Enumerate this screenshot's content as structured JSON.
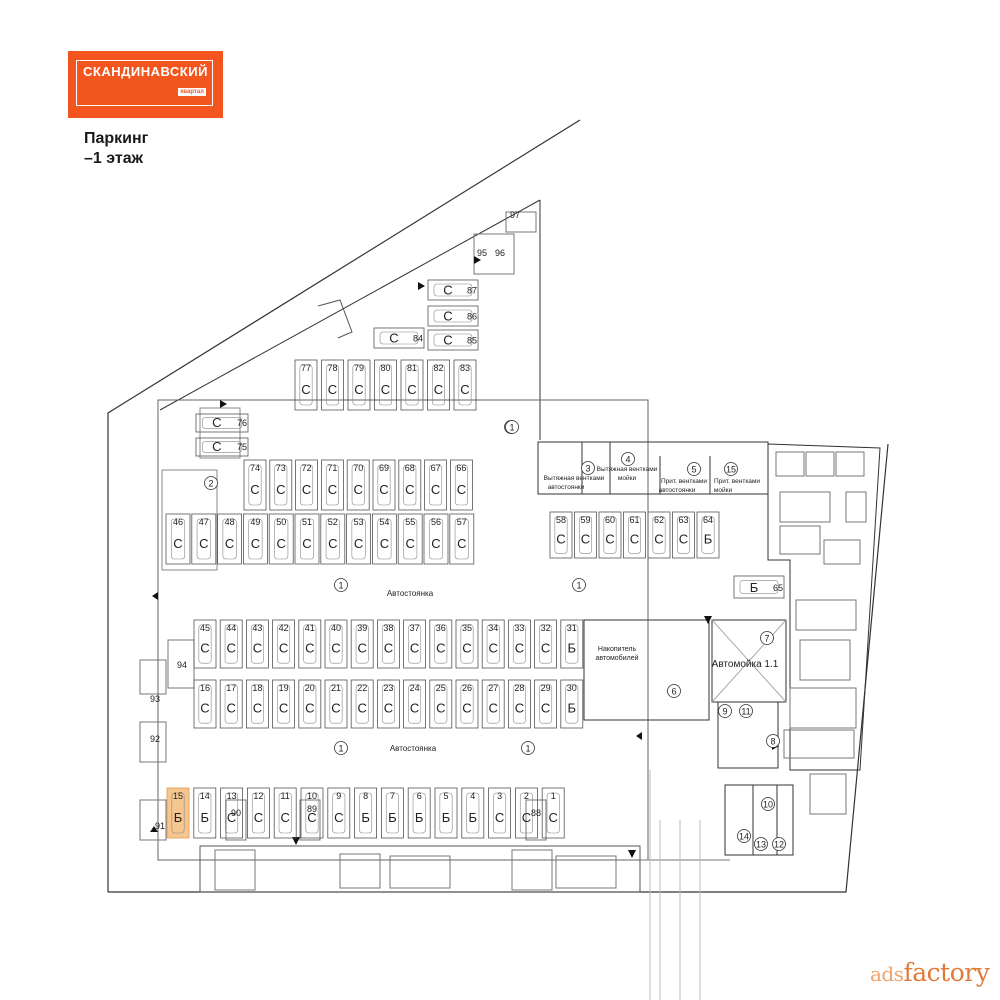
{
  "logo": {
    "name": "СКАНДИНАВСКИЙ",
    "sub": "квартал"
  },
  "title": {
    "line1": "Паркинг",
    "line2": "–1 этаж"
  },
  "labels": {
    "parking": "Автостоянка",
    "wash": "Автомойка 1.1",
    "accumulator_1": "Накопитель",
    "accumulator_2": "автомобилей",
    "exhaust_parking_1": "Вытяжная вентками",
    "exhaust_parking_2": "автостоянки",
    "exhaust_wash_1": "Вытяжная вентками",
    "exhaust_wash_2": "мойки",
    "supply_parking_1": "Прит. вентками",
    "supply_parking_2": "автостоянки",
    "supply_wash_1": "Прит. вентками",
    "supply_wash_2": "мойки"
  },
  "rooms": [
    "1",
    "1",
    "1",
    "1",
    "1",
    "1",
    "2",
    "3",
    "4",
    "5",
    "6",
    "7",
    "8",
    "9",
    "10",
    "11",
    "12",
    "13",
    "14",
    "15"
  ],
  "spots": {
    "row_top_a": [
      {
        "num": "77",
        "type": "С"
      },
      {
        "num": "78",
        "type": "С"
      },
      {
        "num": "79",
        "type": "С"
      },
      {
        "num": "80",
        "type": "С"
      },
      {
        "num": "81",
        "type": "С"
      },
      {
        "num": "82",
        "type": "С"
      },
      {
        "num": "83",
        "type": "С"
      }
    ],
    "row_top_b": [
      {
        "num": "74",
        "type": "С"
      },
      {
        "num": "73",
        "type": "С"
      },
      {
        "num": "72",
        "type": "С"
      },
      {
        "num": "71",
        "type": "С"
      },
      {
        "num": "70",
        "type": "С"
      },
      {
        "num": "69",
        "type": "С"
      },
      {
        "num": "68",
        "type": "С"
      },
      {
        "num": "67",
        "type": "С"
      },
      {
        "num": "66",
        "type": "С"
      }
    ],
    "row_mid_a": [
      {
        "num": "46",
        "type": "С"
      },
      {
        "num": "47",
        "type": "С"
      },
      {
        "num": "48",
        "type": "С"
      },
      {
        "num": "49",
        "type": "С"
      },
      {
        "num": "50",
        "type": "С"
      },
      {
        "num": "51",
        "type": "С"
      },
      {
        "num": "52",
        "type": "С"
      },
      {
        "num": "53",
        "type": "С"
      },
      {
        "num": "54",
        "type": "С"
      },
      {
        "num": "55",
        "type": "С"
      },
      {
        "num": "56",
        "type": "С"
      },
      {
        "num": "57",
        "type": "С"
      }
    ],
    "row_right": [
      {
        "num": "58",
        "type": "С"
      },
      {
        "num": "59",
        "type": "С"
      },
      {
        "num": "60",
        "type": "С"
      },
      {
        "num": "61",
        "type": "С"
      },
      {
        "num": "62",
        "type": "С"
      },
      {
        "num": "63",
        "type": "С"
      },
      {
        "num": "64",
        "type": "Б"
      }
    ],
    "row_center_a": [
      {
        "num": "45",
        "type": "С"
      },
      {
        "num": "44",
        "type": "С"
      },
      {
        "num": "43",
        "type": "С"
      },
      {
        "num": "42",
        "type": "С"
      },
      {
        "num": "41",
        "type": "С"
      },
      {
        "num": "40",
        "type": "С"
      },
      {
        "num": "39",
        "type": "С"
      },
      {
        "num": "38",
        "type": "С"
      },
      {
        "num": "37",
        "type": "С"
      },
      {
        "num": "36",
        "type": "С"
      },
      {
        "num": "35",
        "type": "С"
      },
      {
        "num": "34",
        "type": "С"
      },
      {
        "num": "33",
        "type": "С"
      },
      {
        "num": "32",
        "type": "С"
      },
      {
        "num": "31",
        "type": "Б"
      }
    ],
    "row_center_b": [
      {
        "num": "16",
        "type": "С"
      },
      {
        "num": "17",
        "type": "С"
      },
      {
        "num": "18",
        "type": "С"
      },
      {
        "num": "19",
        "type": "С"
      },
      {
        "num": "20",
        "type": "С"
      },
      {
        "num": "21",
        "type": "С"
      },
      {
        "num": "22",
        "type": "С"
      },
      {
        "num": "23",
        "type": "С"
      },
      {
        "num": "24",
        "type": "С"
      },
      {
        "num": "25",
        "type": "С"
      },
      {
        "num": "26",
        "type": "С"
      },
      {
        "num": "27",
        "type": "С"
      },
      {
        "num": "28",
        "type": "С"
      },
      {
        "num": "29",
        "type": "С"
      },
      {
        "num": "30",
        "type": "Б"
      }
    ],
    "row_bottom": [
      {
        "num": "15",
        "type": "Б"
      },
      {
        "num": "14",
        "type": "Б"
      },
      {
        "num": "13",
        "type": "С"
      },
      {
        "num": "12",
        "type": "С"
      },
      {
        "num": "11",
        "type": "С"
      },
      {
        "num": "10",
        "type": "С"
      },
      {
        "num": "9",
        "type": "С"
      },
      {
        "num": "8",
        "type": "Б"
      },
      {
        "num": "7",
        "type": "Б"
      },
      {
        "num": "6",
        "type": "Б"
      },
      {
        "num": "5",
        "type": "Б"
      },
      {
        "num": "4",
        "type": "Б"
      },
      {
        "num": "3",
        "type": "С"
      },
      {
        "num": "2",
        "type": "С"
      },
      {
        "num": "1",
        "type": "С"
      }
    ],
    "upper_small": [
      {
        "num": "87",
        "type": "С"
      },
      {
        "num": "86",
        "type": "С"
      },
      {
        "num": "85",
        "type": "С"
      },
      {
        "num": "84",
        "type": "С"
      },
      {
        "num": "76",
        "type": "С"
      },
      {
        "num": "75",
        "type": "С"
      },
      {
        "num": "65",
        "type": "Б"
      }
    ],
    "moto": [
      "97",
      "95",
      "96",
      "94",
      "93",
      "92",
      "91",
      "90",
      "89",
      "88"
    ]
  },
  "highlight": {
    "spot": "15",
    "color": "#f5c78f"
  },
  "watermark": {
    "prefix": "ads",
    "main": "factory"
  },
  "colors": {
    "brand": "#f2551d",
    "line": "#333333",
    "highlight": "#f5c78f"
  }
}
